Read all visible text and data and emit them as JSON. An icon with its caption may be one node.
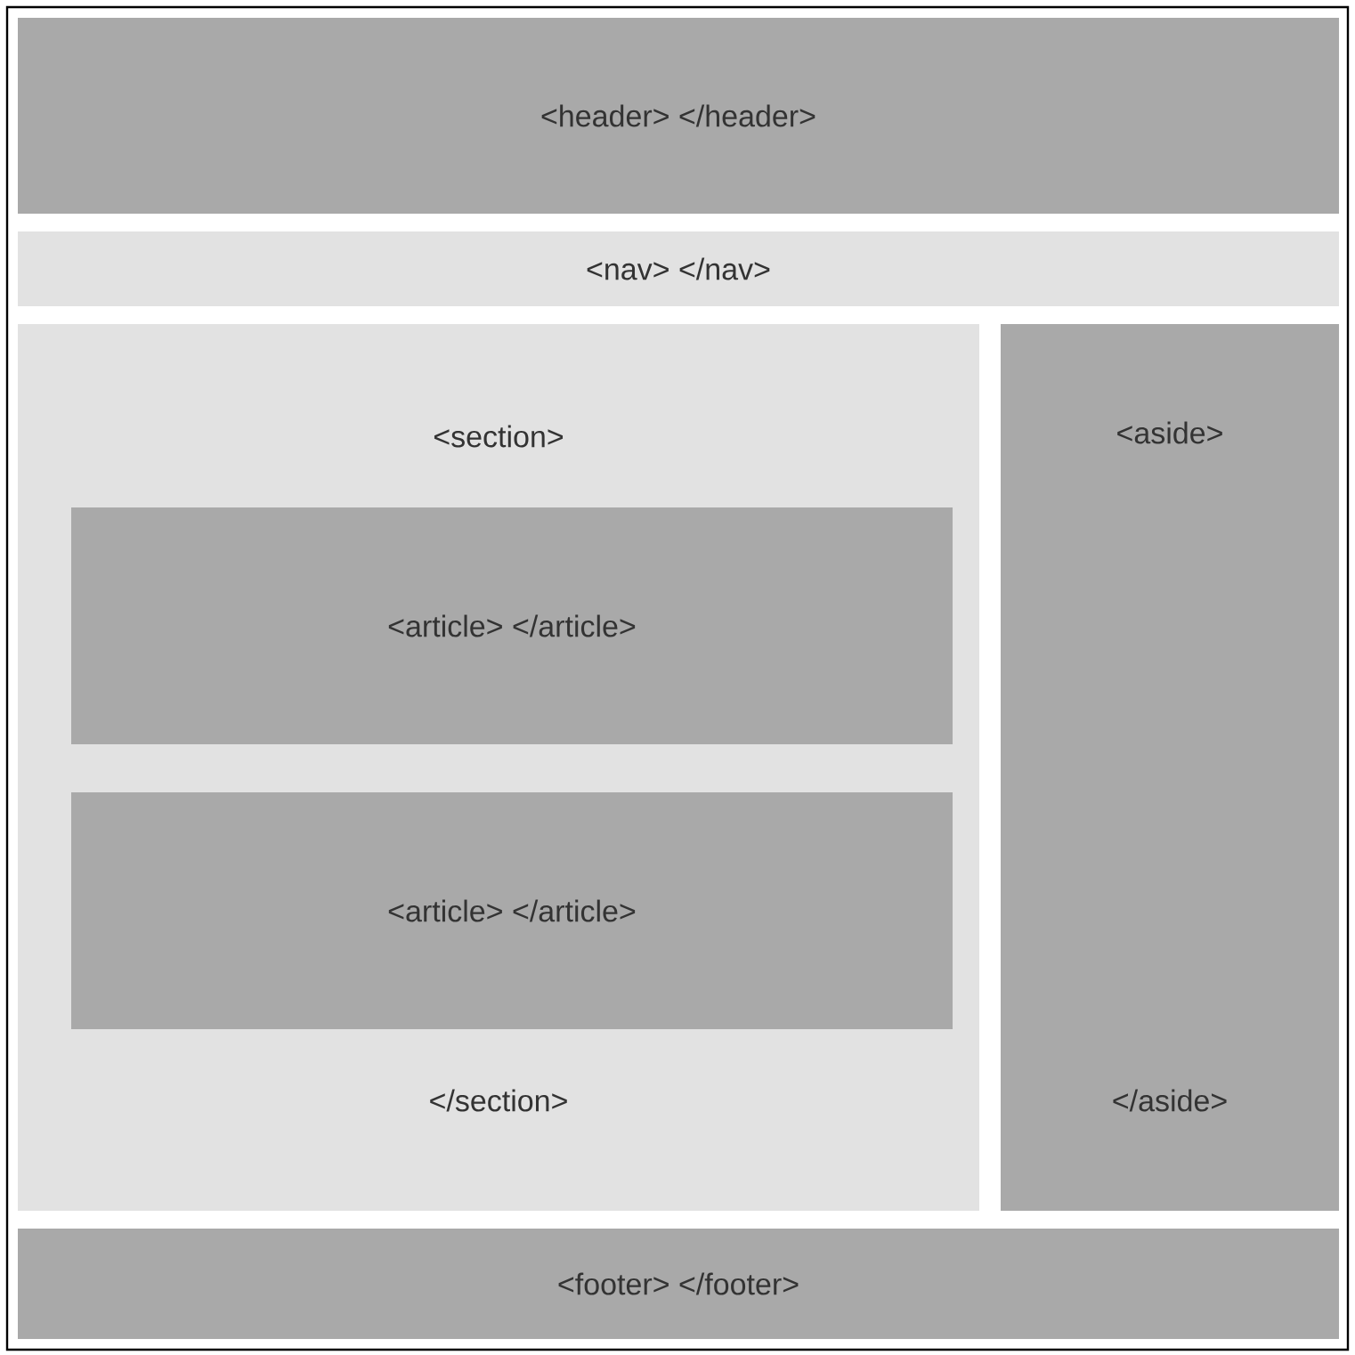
{
  "diagram": {
    "nodes": [
      {
        "text": [
          "<header> </header>"
        ]
      },
      {
        "text": [
          "<nav> </nav>"
        ]
      },
      {
        "text": [
          "<section>",
          "</section>"
        ]
      },
      {
        "text": [
          "<article> </article>"
        ],
        "in": 2
      },
      {
        "text": [
          "<article> </article>"
        ],
        "in": 2
      },
      {
        "text": [
          "<aside>",
          "</aside>"
        ]
      },
      {
        "text": [
          "<footer> </footer>"
        ]
      }
    ]
  }
}
